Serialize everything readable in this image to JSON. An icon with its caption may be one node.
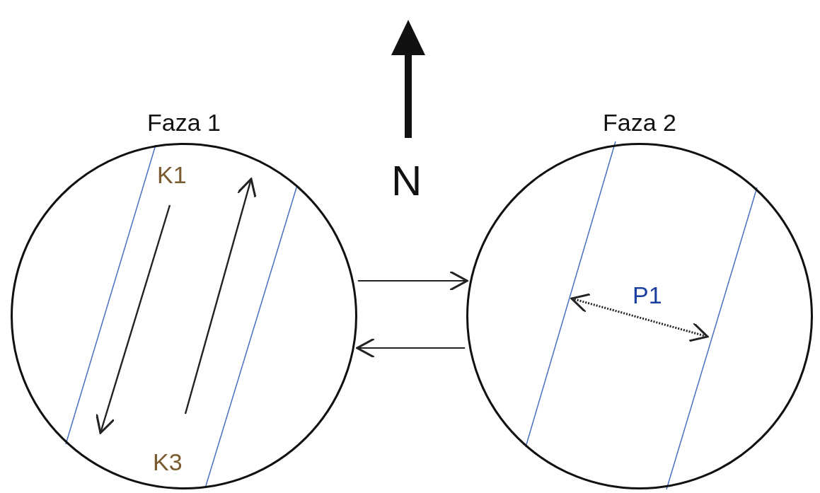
{
  "diagram": {
    "nodes": [
      {
        "text": [
          "Faza 1"
        ]
      },
      {
        "text": [
          "Faza 2"
        ]
      }
    ],
    "edges": [
      {
        "from": 0,
        "to": 1,
        "arrow": "to"
      },
      {
        "from": 1,
        "to": 0,
        "arrow": "to"
      }
    ],
    "labels": [
      "N",
      "K1",
      "K3",
      "P1"
    ]
  }
}
